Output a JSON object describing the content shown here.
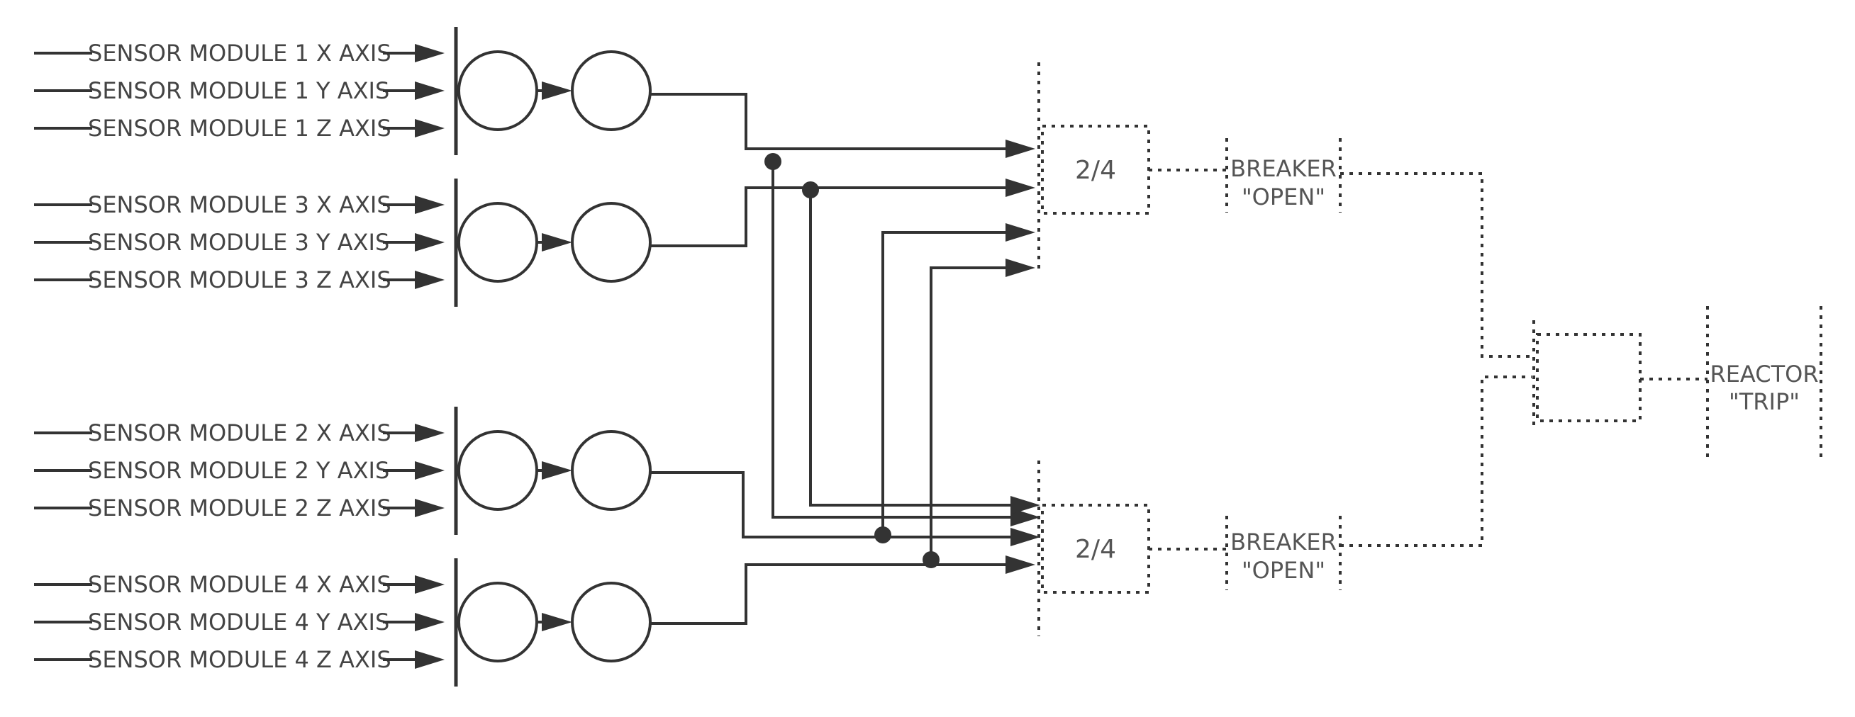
{
  "sensor_groups": [
    {
      "labels": [
        "SENSOR MODULE 1 X AXIS",
        "SENSOR MODULE 1 Y AXIS",
        "SENSOR MODULE 1 Z AXIS"
      ]
    },
    {
      "labels": [
        "SENSOR MODULE 3 X AXIS",
        "SENSOR MODULE 3 Y AXIS",
        "SENSOR MODULE 3 Z AXIS"
      ]
    },
    {
      "labels": [
        "SENSOR MODULE 2 X AXIS",
        "SENSOR MODULE 2 Y AXIS",
        "SENSOR MODULE 2 Z AXIS"
      ]
    },
    {
      "labels": [
        "SENSOR MODULE 4 X AXIS",
        "SENSOR MODULE 4 Y AXIS",
        "SENSOR MODULE 4 Z AXIS"
      ]
    }
  ],
  "voting_logic": [
    "2/4",
    "2/4"
  ],
  "breakers": [
    {
      "line1": "BREAKER",
      "line2": "\"OPEN\""
    },
    {
      "line1": "BREAKER",
      "line2": "\"OPEN\""
    }
  ],
  "output": {
    "line1": "REACTOR",
    "line2": "\"TRIP\""
  },
  "colors": {
    "line": "#333333",
    "text": "#444444",
    "background": "#ffffff"
  }
}
